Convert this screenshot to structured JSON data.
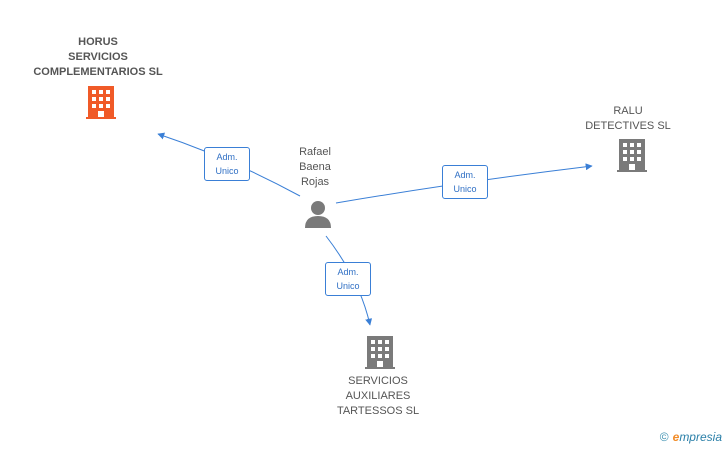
{
  "colors": {
    "edge": "#3a7fd6",
    "person": "#7a7a7a",
    "company_default": "#7a7a7a",
    "company_highlight": "#f05a28"
  },
  "nodes": {
    "horus": {
      "label": "HORUS\nSERVICIOS\nCOMPLEMENTARIOS SL",
      "icon": "building-icon",
      "highlight": true
    },
    "ralu": {
      "label": "RALU\nDETECTIVES SL",
      "icon": "building-icon",
      "highlight": false
    },
    "rafael": {
      "label": "Rafael\nBaena\nRojas",
      "icon": "person-icon"
    },
    "servicios": {
      "label": "SERVICIOS\nAUXILIARES\nTARTESSOS SL",
      "icon": "building-icon",
      "highlight": false
    }
  },
  "edges": [
    {
      "from": "rafael",
      "to": "horus",
      "label": "Adm.\nUnico"
    },
    {
      "from": "rafael",
      "to": "ralu",
      "label": "Adm.\nUnico"
    },
    {
      "from": "rafael",
      "to": "servicios",
      "label": "Adm.\nUnico"
    }
  ],
  "watermark": {
    "copyright": "©",
    "brand_initial": "e",
    "brand_rest": "mpresia"
  }
}
